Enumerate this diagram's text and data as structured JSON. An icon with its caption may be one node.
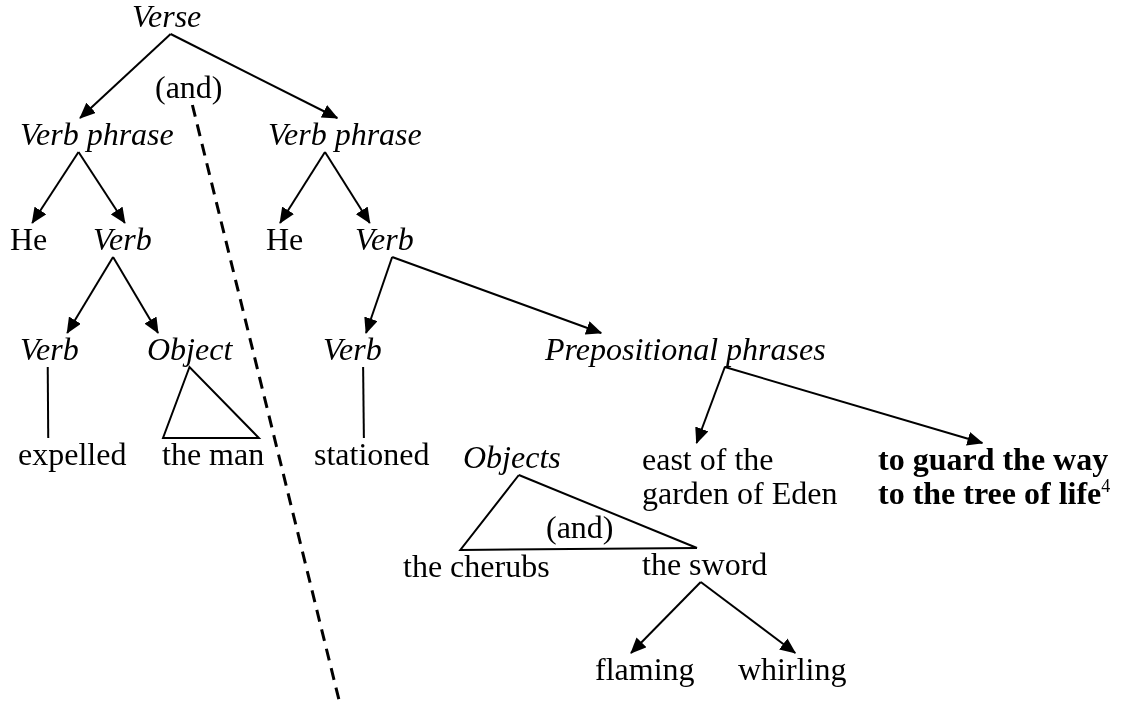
{
  "diagram": {
    "nodes": [
      {
        "text": [
          "Verse"
        ]
      },
      {
        "text": [
          "(and)"
        ]
      },
      {
        "text": [
          "Verb phrase"
        ]
      },
      {
        "text": [
          "Verb phrase"
        ]
      },
      {
        "text": [
          "He"
        ]
      },
      {
        "text": [
          "Verb"
        ]
      },
      {
        "text": [
          "He"
        ]
      },
      {
        "text": [
          "Verb"
        ]
      },
      {
        "text": [
          "Verb"
        ]
      },
      {
        "text": [
          "Object"
        ]
      },
      {
        "text": [
          "Verb"
        ]
      },
      {
        "text": [
          "Prepositional phrases"
        ]
      },
      {
        "text": [
          "expelled"
        ]
      },
      {
        "text": [
          "the man"
        ]
      },
      {
        "text": [
          "stationed"
        ]
      },
      {
        "text": [
          "Objects"
        ]
      },
      {
        "text": [
          "east of the garden of Eden"
        ]
      },
      {
        "text": [
          "to guard the way to the tree of life$^{4}$"
        ]
      },
      {
        "text": [
          "(and)"
        ]
      },
      {
        "text": [
          "the cherubs"
        ]
      },
      {
        "text": [
          "the sword"
        ]
      },
      {
        "text": [
          "flaming"
        ]
      },
      {
        "text": [
          "whirling"
        ]
      }
    ],
    "edges": [
      {
        "from": 0,
        "to": 2,
        "arrow": "to"
      },
      {
        "from": 0,
        "to": 3,
        "arrow": "to"
      },
      {
        "from": 2,
        "to": 4,
        "arrow": "to"
      },
      {
        "from": 2,
        "to": 5,
        "arrow": "to"
      },
      {
        "from": 3,
        "to": 6,
        "arrow": "to"
      },
      {
        "from": 3,
        "to": 7,
        "arrow": "to"
      },
      {
        "from": 5,
        "to": 8,
        "arrow": "to"
      },
      {
        "from": 5,
        "to": 9,
        "arrow": "to"
      },
      {
        "from": 7,
        "to": 10,
        "arrow": "to"
      },
      {
        "from": 7,
        "to": 11,
        "arrow": "to"
      },
      {
        "from": 8,
        "to": 12,
        "arrow": "none"
      },
      {
        "from": 9,
        "to": 13,
        "arrow": "none"
      },
      {
        "from": 10,
        "to": 14,
        "arrow": "none"
      },
      {
        "from": 11,
        "to": 16,
        "arrow": "to"
      },
      {
        "from": 11,
        "to": 17,
        "arrow": "to"
      },
      {
        "from": 15,
        "to": 19,
        "arrow": "none"
      },
      {
        "from": 15,
        "to": 20,
        "arrow": "none"
      },
      {
        "from": 20,
        "to": 21,
        "arrow": "to"
      },
      {
        "from": 20,
        "to": 22,
        "arrow": "to"
      },
      {
        "from": 1,
        "to": null,
        "arrow": "none",
        "style": "dashed"
      }
    ]
  }
}
